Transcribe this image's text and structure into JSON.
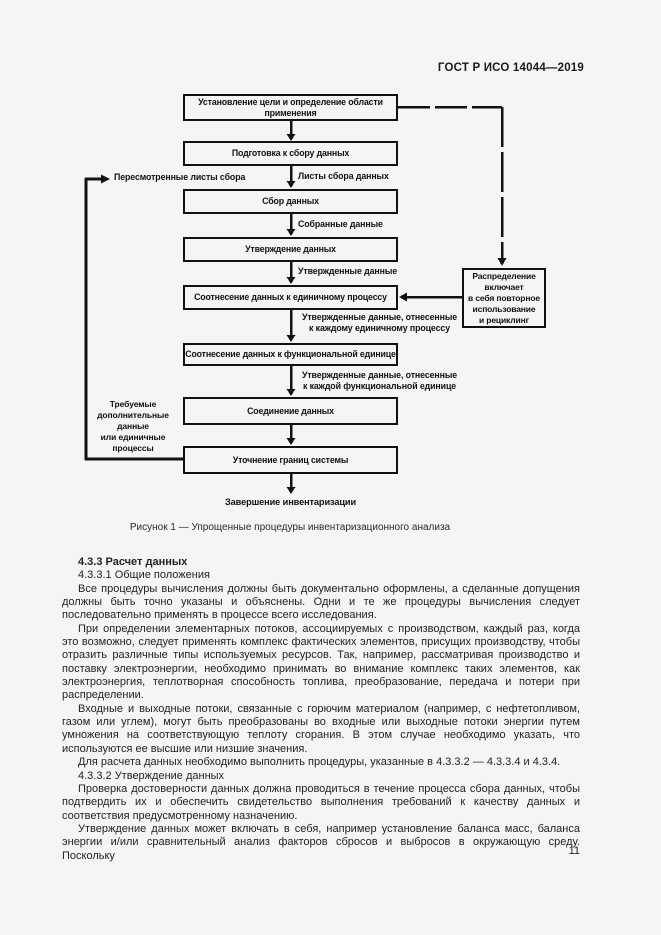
{
  "header": {
    "doc_number": "ГОСТ Р ИСО 14044—2019"
  },
  "figure": {
    "caption": "Рисунок 1 — Упрощенные процедуры инвентаризационного анализа",
    "boxes": {
      "goal": "Установление цели и определение области\nприменения",
      "prepare": "Подготовка к сбору данных",
      "collect": "Сбор данных",
      "validate": "Утверждение данных",
      "relate_unit": "Соотнесение данных к единичному процессу",
      "relate_func": "Соотнесение данных к функциональной единице",
      "aggregate": "Соединение данных",
      "refine": "Уточнение границ системы",
      "allocation": "Распределение\nвключает\nв себя повторное\nиспользование\nи рециклинг"
    },
    "labels": {
      "revised_sheets": "Пересмотренные листы сбора",
      "data_sheets": "Листы сбора данных",
      "collected_data": "Собранные данные",
      "validated_data": "Утвержденные данные",
      "validated_per_unit": "Утвержденные данные, отнесенные\nк каждому единичному процессу",
      "validated_per_func": "Утвержденные данные, отнесенные\nк каждой функциональной единице",
      "additional_data": "Требуемые\nдополнительные\nданные\nили единичные\nпроцессы",
      "inventory_complete": "Завершение инвентаризации"
    }
  },
  "content": {
    "heading_433": "4.3.3 Расчет данных",
    "heading_4331": "4.3.3.1 Общие положения",
    "p1": "Все процедуры вычисления должны быть документально оформлены, а сделанные допущения должны быть точно указаны и объяснены. Одни и те же процедуры вычисления следует последовательно применять в процессе всего исследования.",
    "p2": "При определении элементарных потоков, ассоциируемых с производством, каждый раз, когда это возможно, следует применять комплекс фактических элементов, присущих производству, чтобы отразить различные типы используемых ресурсов. Так, например, рассматривая производство и поставку электроэнергии, необходимо принимать во внимание комплекс таких элементов, как электроэнергия, теплотворная способность топлива, преобразование, передача и потери при распределении.",
    "p3": "Входные и выходные потоки, связанные с горючим материалом (например, с нефтетопливом, газом или углем), могут быть преобразованы во входные или выходные потоки энергии путем умножения на соответствующую теплоту сгорания. В этом случае необходимо указать, что используются ее высшие или низшие значения.",
    "p4": "Для расчета данных необходимо выполнить процедуры, указанные в 4.3.3.2 — 4.3.3.4 и 4.3.4.",
    "heading_4332": "4.3.3.2 Утверждение данных",
    "p5": "Проверка достоверности данных должна проводиться в течение процесса сбора данных, чтобы подтвердить их и обеспечить свидетельство выполнения требований к качеству данных и соответствия предусмотренному назначению.",
    "p6": "Утверждение данных может включать в себя, например установление баланса масс, баланса энергии и/или сравнительный анализ факторов сбросов и выбросов в окружающую среду. Поскольку"
  },
  "footer": {
    "page_number": "11"
  }
}
